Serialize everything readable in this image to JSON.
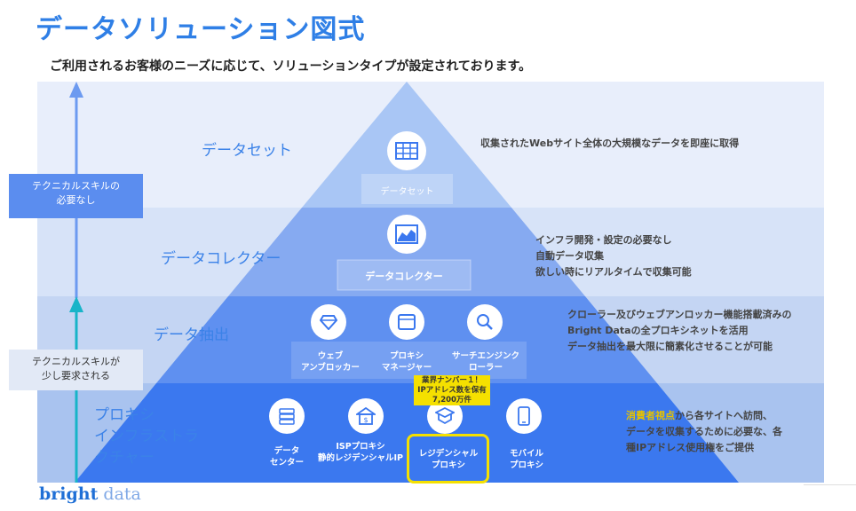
{
  "title": "データソリューション図式",
  "subtitle": "ご利用されるお客様のニーズに応じて、ソリューションタイプが設定されております。",
  "tiers": [
    {
      "label": "データセット",
      "plate": "データセット",
      "description": "収集されたWebサイト全体の大規模なデータを即座に取得"
    },
    {
      "label": "データコレクター",
      "plate": "データコレクター",
      "description": "インフラ開発・設定の必要なし\n自動データ収集\n欲しい時にリアルタイムで収集可能"
    },
    {
      "label": "データ抽出",
      "description": "クローラー及びウェブアンロッカー機能搭載済みの\nBright Dataの全プロキシネットを活用\nデータ抽出を最大限に簡素化させることが可能",
      "items": [
        "ウェブ\nアンブロッカー",
        "プロキシ\nマネージャー",
        "サーチエンジンク\nローラー"
      ]
    },
    {
      "label": "プロキシ\nインフラストラ\nクチャー",
      "description_highlight": "消費者視点",
      "description": "から各サイトへ訪問、\nデータを収集するために必要な、各\n種IPアドレス使用権をご提供",
      "items": [
        "データ\nセンター",
        "ISPプロキシ\n静的レジデンシャルIP",
        "レジデンシャル\nプロキシ",
        "モバイル\nプロキシ"
      ]
    }
  ],
  "skills": {
    "none": "テクニカルスキルの\n必要なし",
    "some": "テクニカルスキルが\n少し要求される"
  },
  "badge": "業界ナンバー１！\nIPアドレス数を保有\n7,200万件",
  "logo": {
    "bold": "bright",
    "light": " data"
  },
  "colors": {
    "title": "#2f7fe6",
    "pyramid_top": "#a9c6f5",
    "pyramid_mid": "#8db0f0",
    "pyramid_low": "#5d8ff0",
    "pyramid_base": "#3b78ef",
    "arrow_blue": "#6c9af0",
    "arrow_teal": "#17b4c8",
    "highlight": "#f5e000"
  },
  "icons": [
    "table-icon",
    "chart-icon",
    "gem-icon",
    "window-icon",
    "search-icon",
    "server-icon",
    "coin-house-icon",
    "cube-icon",
    "mobile-icon"
  ]
}
